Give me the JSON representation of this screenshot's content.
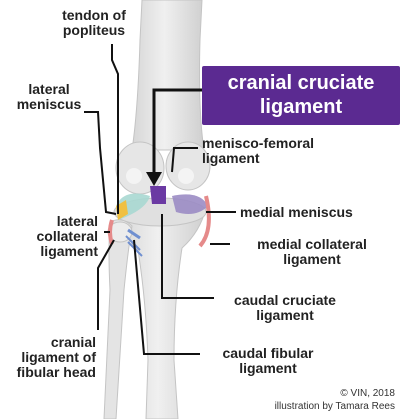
{
  "labels": {
    "tendon_of_popliteus": "tendon of\npopliteus",
    "lateral_meniscus": "lateral\nmeniscus",
    "menisco_femoral_ligament": "menisco-femoral\nligament",
    "medial_meniscus": "medial meniscus",
    "lateral_collateral_ligament": "lateral\ncollateral\nligament",
    "medial_collateral_ligament": "medial collateral\nligament",
    "caudal_cruciate_ligament": "caudal cruciate\nligament",
    "cranial_ligament_of_fibular_head": "cranial\nligament of\nfibular head",
    "caudal_fibular_ligament": "caudal fibular\nligament"
  },
  "highlight": {
    "label": "cranial cruciate\nligament",
    "background": "#5b2a91",
    "text_color": "#ffffff"
  },
  "credits": {
    "copyright": "© VIN, 2018",
    "illustrator": "illustration by Tamara Rees"
  },
  "colors": {
    "bone": "#e2e2e2",
    "bone_edge": "#c4c4c4",
    "menisci": "#a8d8d2",
    "medial_meniscus": "#9b8cc4",
    "collateral": "#e58a8a",
    "popliteus": "#f0c040",
    "fibular_ligament": "#6f8fd0",
    "leader_line": "#111111"
  }
}
